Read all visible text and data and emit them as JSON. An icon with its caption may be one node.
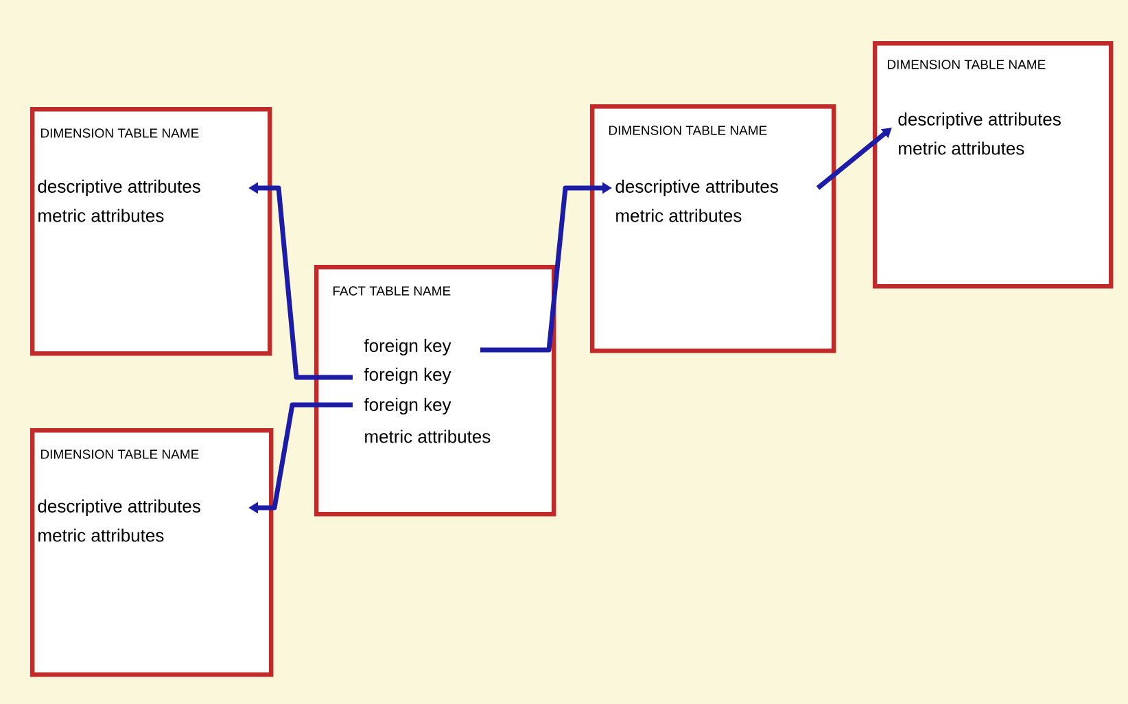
{
  "diagram": {
    "nodes": [
      {
        "text": [
          "DIMENSION TABLE NAME",
          "descriptive attributes",
          "metric attributes"
        ]
      },
      {
        "text": [
          "DIMENSION TABLE NAME",
          "descriptive attributes",
          "metric attributes"
        ]
      },
      {
        "text": [
          "FACT TABLE NAME",
          "foreign key",
          "foreign key",
          "foreign key",
          "metric attributes"
        ]
      },
      {
        "text": [
          "DIMENSION TABLE NAME",
          "descriptive attributes",
          "metric attributes"
        ]
      },
      {
        "text": [
          "DIMENSION TABLE NAME",
          "descriptive attributes",
          "metric attributes"
        ]
      }
    ],
    "edges": [
      {
        "from": 2,
        "to": 0,
        "arrow": "to"
      },
      {
        "from": 2,
        "to": 1,
        "arrow": "to"
      },
      {
        "from": 2,
        "to": 3,
        "arrow": "to"
      },
      {
        "from": 3,
        "to": 4,
        "arrow": "to"
      }
    ]
  }
}
